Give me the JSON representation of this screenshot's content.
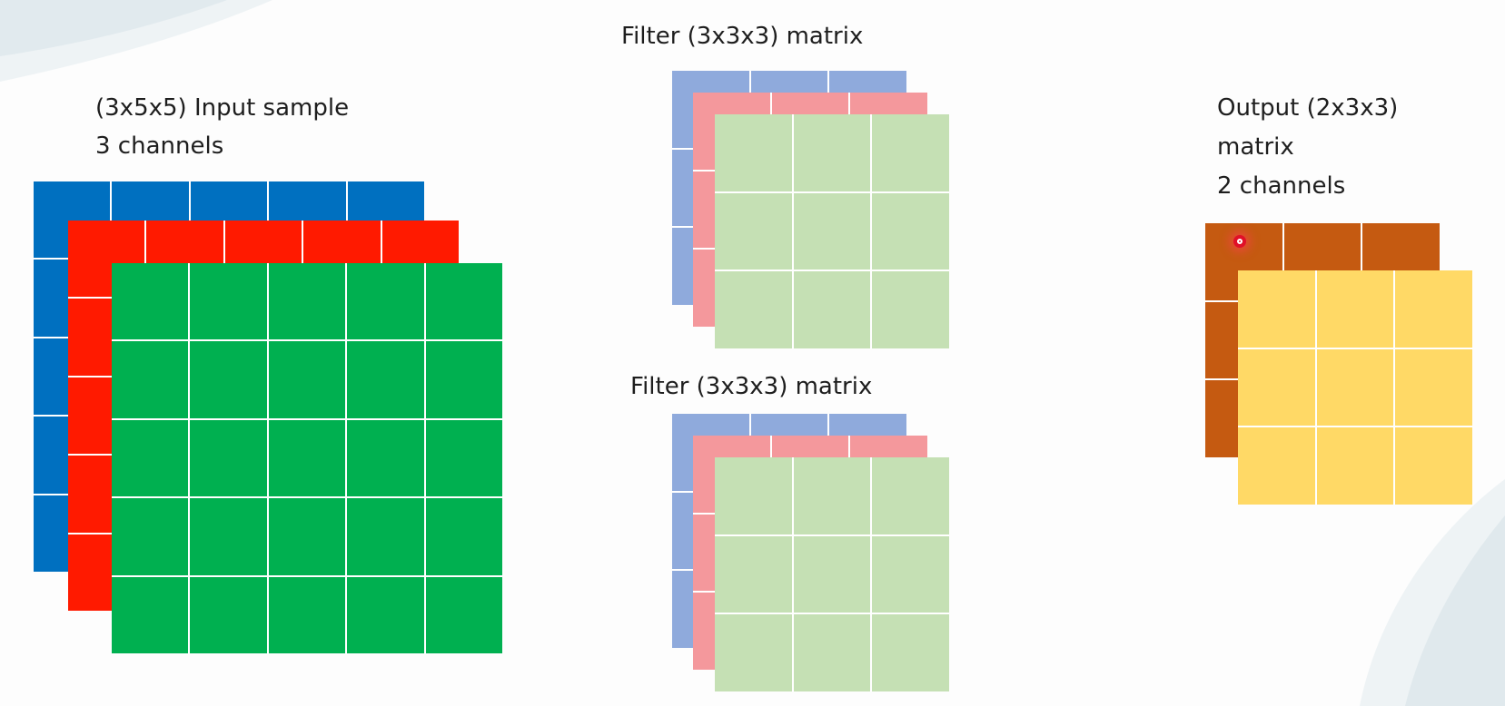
{
  "input": {
    "label_lines": [
      "(3x5x5) Input sample",
      "3 channels"
    ],
    "rows": 5,
    "cols": 5,
    "layer_colors": [
      "#0070c0",
      "#ff1a00",
      "#00b050"
    ]
  },
  "filters": [
    {
      "label": "Filter (3x3x3) matrix",
      "rows": 3,
      "cols": 3,
      "layer_colors": [
        "#8faadc",
        "#f4989c",
        "#c5e0b4"
      ]
    },
    {
      "label": "Filter (3x3x3) matrix",
      "rows": 3,
      "cols": 3,
      "layer_colors": [
        "#8faadc",
        "#f4989c",
        "#c5e0b4"
      ]
    }
  ],
  "output": {
    "label_lines": [
      "Output (2x3x3)",
      "matrix",
      "2 channels"
    ],
    "rows": 3,
    "cols": 3,
    "layer_colors": [
      "#c55a11",
      "#ffd966"
    ]
  },
  "pointer": {
    "color": "#e01028"
  }
}
